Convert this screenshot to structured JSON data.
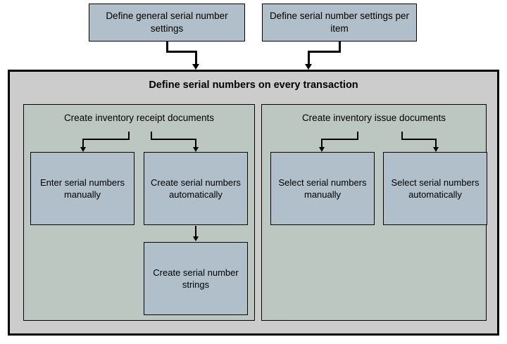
{
  "diagram": {
    "title_text": "Define serial numbers on every transaction",
    "colors": {
      "node_fill": "#b0bfc9",
      "panel_fill": "#bcc7c2",
      "container_fill": "#cccccc",
      "stroke": "#000000",
      "background": "#ffffff"
    },
    "top_nodes": [
      {
        "id": "general-settings",
        "label": "Define general serial number settings"
      },
      {
        "id": "per-item-settings",
        "label": "Define serial number settings per item"
      }
    ],
    "container": {
      "title": "Define serial numbers on every transaction",
      "panels": [
        {
          "id": "inventory-receipt",
          "title": "Create inventory receipt documents",
          "nodes": [
            {
              "id": "enter-serial-numbers-manually",
              "label": "Enter serial numbers manually"
            },
            {
              "id": "create-serial-numbers-automatically",
              "label": "Create serial numbers automatically"
            },
            {
              "id": "create-serial-number-strings",
              "label": "Create serial number strings"
            }
          ]
        },
        {
          "id": "inventory-issue",
          "title": "Create inventory issue documents",
          "nodes": [
            {
              "id": "select-serial-numbers-manually",
              "label": "Select serial numbers manually"
            },
            {
              "id": "select-serial-numbers-automatically",
              "label": "Select serial numbers automatically"
            }
          ]
        }
      ]
    },
    "connectors": [
      {
        "id": "general-settings-to-container",
        "from": "general-settings",
        "to": "define-serial-numbers-on-every-transaction",
        "style": "elbow-right-down-arrow"
      },
      {
        "id": "per-item-settings-to-container",
        "from": "per-item-settings",
        "to": "define-serial-numbers-on-every-transaction",
        "style": "elbow-left-down-arrow"
      },
      {
        "id": "receipt-to-enter-manual",
        "from": "inventory-receipt",
        "to": "enter-serial-numbers-manually",
        "style": "elbow-left-down-arrow"
      },
      {
        "id": "receipt-to-create-auto",
        "from": "inventory-receipt",
        "to": "create-serial-numbers-automatically",
        "style": "elbow-right-down-arrow"
      },
      {
        "id": "create-auto-to-strings",
        "from": "create-serial-numbers-automatically",
        "to": "create-serial-number-strings",
        "style": "straight-down-arrow"
      },
      {
        "id": "issue-to-select-manual",
        "from": "inventory-issue",
        "to": "select-serial-numbers-manually",
        "style": "elbow-left-down-arrow"
      },
      {
        "id": "issue-to-select-auto",
        "from": "inventory-issue",
        "to": "select-serial-numbers-automatically",
        "style": "elbow-right-down-arrow"
      }
    ]
  }
}
